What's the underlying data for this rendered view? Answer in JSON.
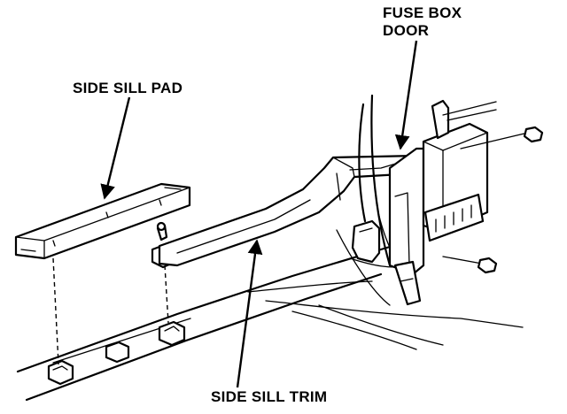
{
  "labels": {
    "fuse_box_door_line1": "FUSE BOX",
    "fuse_box_door_line2": "DOOR",
    "side_sill_pad": "SIDE SILL PAD",
    "side_sill_trim": "SIDE SILL TRIM"
  },
  "colors": {
    "ink": "#000000",
    "paper": "#ffffff"
  }
}
